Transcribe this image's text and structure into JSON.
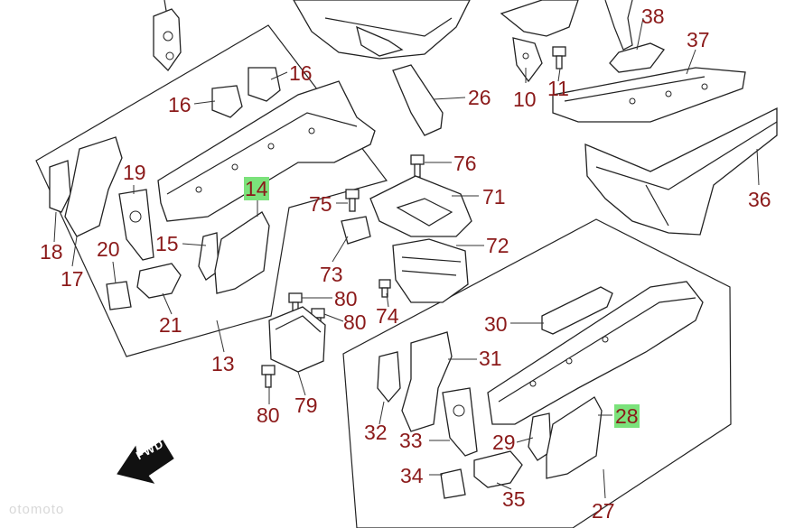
{
  "labels": [
    {
      "id": "p38",
      "text": "38",
      "highlight": false
    },
    {
      "id": "p37",
      "text": "37",
      "highlight": false
    },
    {
      "id": "p16a",
      "text": "16",
      "highlight": false
    },
    {
      "id": "p16b",
      "text": "16",
      "highlight": false
    },
    {
      "id": "p26",
      "text": "26",
      "highlight": false
    },
    {
      "id": "p10",
      "text": "10",
      "highlight": false
    },
    {
      "id": "p11",
      "text": "11",
      "highlight": false
    },
    {
      "id": "p19",
      "text": "19",
      "highlight": false
    },
    {
      "id": "p14",
      "text": "14",
      "highlight": true
    },
    {
      "id": "p76",
      "text": "76",
      "highlight": false
    },
    {
      "id": "p75",
      "text": "75",
      "highlight": false
    },
    {
      "id": "p71",
      "text": "71",
      "highlight": false
    },
    {
      "id": "p36",
      "text": "36",
      "highlight": false
    },
    {
      "id": "p18",
      "text": "18",
      "highlight": false
    },
    {
      "id": "p20",
      "text": "20",
      "highlight": false
    },
    {
      "id": "p15",
      "text": "15",
      "highlight": false
    },
    {
      "id": "p72",
      "text": "72",
      "highlight": false
    },
    {
      "id": "p17",
      "text": "17",
      "highlight": false
    },
    {
      "id": "p73",
      "text": "73",
      "highlight": false
    },
    {
      "id": "p80a",
      "text": "80",
      "highlight": false
    },
    {
      "id": "p74",
      "text": "74",
      "highlight": false
    },
    {
      "id": "p21",
      "text": "21",
      "highlight": false
    },
    {
      "id": "p80b",
      "text": "80",
      "highlight": false
    },
    {
      "id": "p30",
      "text": "30",
      "highlight": false
    },
    {
      "id": "p31",
      "text": "31",
      "highlight": false
    },
    {
      "id": "p13",
      "text": "13",
      "highlight": false
    },
    {
      "id": "p80c",
      "text": "80",
      "highlight": false
    },
    {
      "id": "p79",
      "text": "79",
      "highlight": false
    },
    {
      "id": "p28",
      "text": "28",
      "highlight": true
    },
    {
      "id": "p32",
      "text": "32",
      "highlight": false
    },
    {
      "id": "p33",
      "text": "33",
      "highlight": false
    },
    {
      "id": "p29",
      "text": "29",
      "highlight": false
    },
    {
      "id": "p34",
      "text": "34",
      "highlight": false
    },
    {
      "id": "p35",
      "text": "35",
      "highlight": false
    },
    {
      "id": "p27",
      "text": "27",
      "highlight": false
    }
  ],
  "fwd_text": "FWD",
  "watermark_text": "otomoto",
  "colors": {
    "label": "#8b1a1a",
    "highlight": "#7be27b",
    "line": "#222222"
  }
}
